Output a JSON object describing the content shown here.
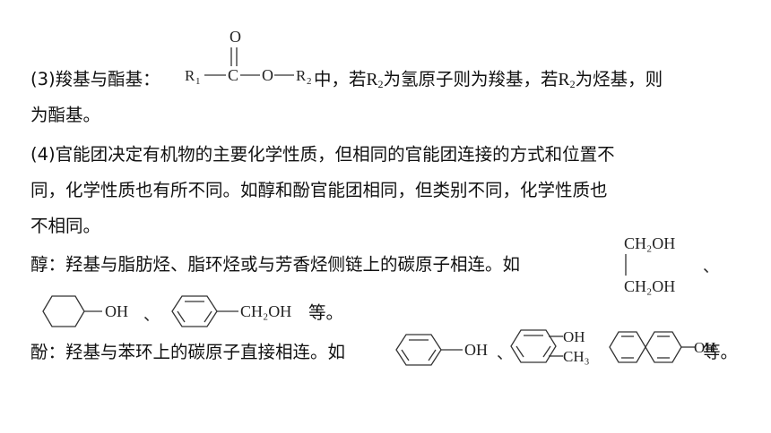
{
  "line1": {
    "lead": "(3)羧基与酯基：",
    "ester": {
      "r1": "R",
      "r1_sub": "1",
      "c": "C",
      "o_top": "O",
      "o": "O",
      "r2": "R",
      "r2_sub": "2"
    },
    "mid1": "中，若",
    "r_a": "R",
    "r_a_sub": "2",
    "mid2": "为氢原子则为羧基，若",
    "r_b": "R",
    "r_b_sub": "2",
    "tail": "为烃基，则"
  },
  "line2": "为酯基。",
  "line3": "(4)官能团决定有机物的主要化学性质，但相同的官能团连接的方式和位置不",
  "line4": "同，化学性质也有所不同。如醇和酚官能团相同，但类别不同，化学性质也",
  "line5": "不相同。",
  "line6": {
    "text": "醇：羟基与脂肪烃、脂环烃或与芳香烃侧链上的碳原子相连。如",
    "glycol_top": "CH₂OH",
    "glycol_bottom": "CH₂OH",
    "sep": "、"
  },
  "line7": {
    "cyclohexanol_group": "OH",
    "sep": "、",
    "benzyl_group": "CH₂OH",
    "tail": "等。"
  },
  "line8": {
    "text": "酚：羟基与苯环上的碳原子直接相连。如",
    "phenol_group": "OH",
    "sep": "、",
    "cresol_oh": "OH",
    "cresol_ch3": "CH₃",
    "naphthol_group": "OH",
    "tail": "等。"
  }
}
